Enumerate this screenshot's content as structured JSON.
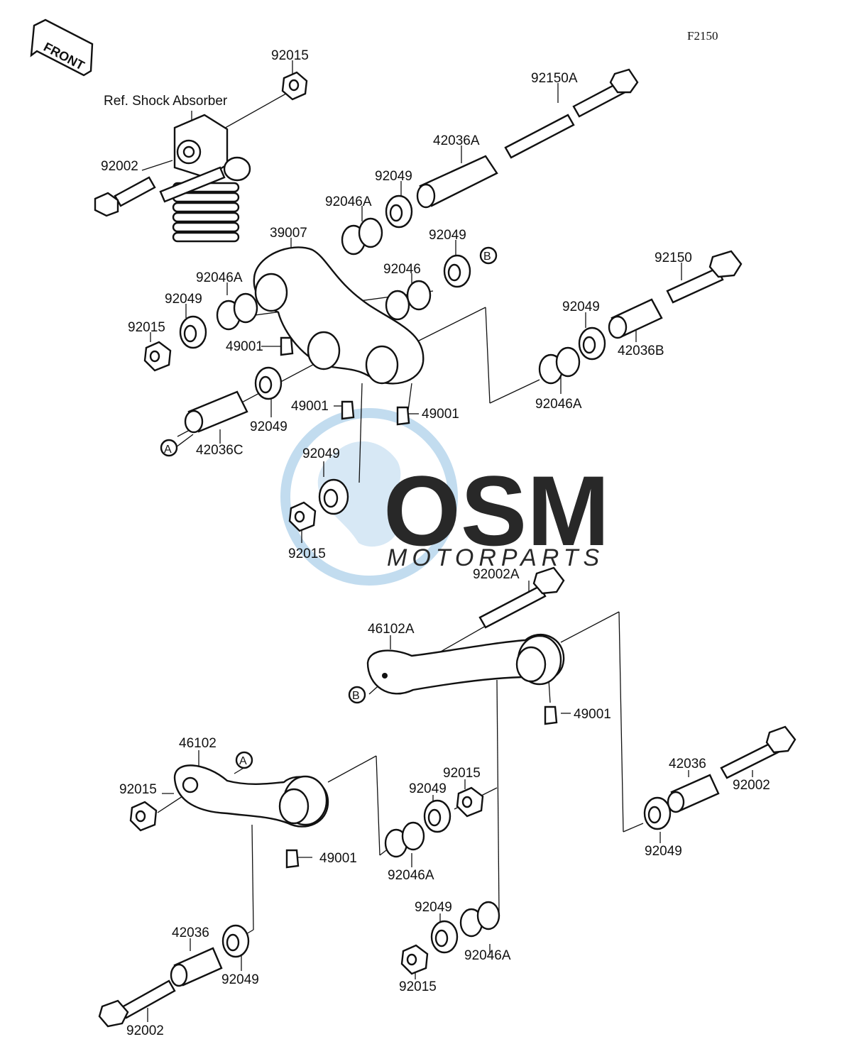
{
  "diagram_code": "F2150",
  "front_label": "FRONT",
  "ref_label": "Ref. Shock Absorber",
  "watermark": {
    "brand": "OSM",
    "sub": "MOTORPARTS",
    "colors": {
      "globe": "#bcd9ee",
      "letters": "#b7b7b7",
      "text": "#c8c8c8"
    }
  },
  "markers": {
    "a": "A",
    "b": "B"
  },
  "parts": {
    "p92015_top": "92015",
    "p92150A": "92150A",
    "p92002_top": "92002",
    "p42036A": "42036A",
    "p92049_a": "92049",
    "p92046A_a": "92046A",
    "p39007": "39007",
    "p92049_b": "92049",
    "p92046": "92046",
    "p92150": "92150",
    "p92046A_b": "92046A",
    "p92049_c": "92049",
    "p92015_c": "92015",
    "p49001_a": "49001",
    "p92049_d": "92049",
    "p42036B": "42036B",
    "p49001_b": "49001",
    "p49001_c": "49001",
    "p92046A_c": "92046A",
    "p92049_e": "92049",
    "p42036C": "42036C",
    "p92049_f": "92049",
    "p92015_f": "92015",
    "p92002A": "92002A",
    "p46102A": "46102A",
    "p49001_d": "49001",
    "p46102": "46102",
    "p92015_g": "92015",
    "p92015_h": "92015",
    "p92049_h": "92049",
    "p42036_r": "42036",
    "p92002_r": "92002",
    "p49001_e": "49001",
    "p92046A_h": "92046A",
    "p92049_r": "92049",
    "p92049_j": "92049",
    "p42036_l": "42036",
    "p92049_l": "92049",
    "p92046A_j": "92046A",
    "p92015_j": "92015",
    "p92002_l": "92002"
  }
}
